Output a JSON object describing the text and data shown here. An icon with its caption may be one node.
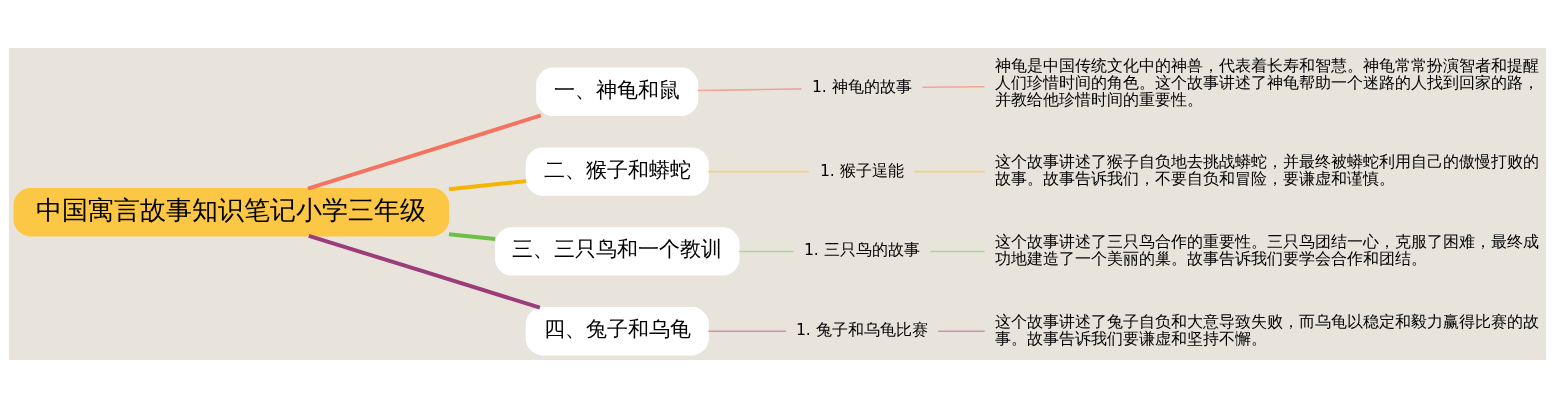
{
  "diagram": {
    "nodes": [
      {
        "text": [
          "中国寓言故事知识笔记小学三年级"
        ]
      },
      {
        "text": [
          "一、神龟和鼠"
        ]
      },
      {
        "text": [
          "1. 神龟的故事"
        ]
      },
      {
        "text": [
          "神龟是中国传统文化中的神兽，代表着长寿和智慧。神龟常常扮演智者和提醒人们珍惜时间的角色。这个故事讲述了神龟帮助一个迷路的人找到回家的路，并教给他珍惜时间的重要性。"
        ]
      },
      {
        "text": [
          "二、猴子和蟒蛇"
        ]
      },
      {
        "text": [
          "1. 猴子逞能"
        ]
      },
      {
        "text": [
          "这个故事讲述了猴子自负地去挑战蟒蛇，并最终被蟒蛇利用自己的傲慢打败的故事。故事告诉我们，不要自负和冒险，要谦虚和谨慎。"
        ]
      },
      {
        "text": [
          "三、三只鸟和一个教训"
        ]
      },
      {
        "text": [
          "1. 三只鸟的故事"
        ]
      },
      {
        "text": [
          "这个故事讲述了三只鸟合作的重要性。三只鸟团结一心，克服了困难，最终成功地建造了一个美丽的巢。故事告诉我们要学会合作和团结。"
        ]
      },
      {
        "text": [
          "四、兔子和乌龟"
        ]
      },
      {
        "text": [
          "1. 兔子和乌龟比赛"
        ]
      },
      {
        "text": [
          "这个故事讲述了兔子自负和大意导致失败，而乌龟以稳定和毅力赢得比赛的故事。故事告诉我们要谦虚和坚持不懈。"
        ]
      }
    ],
    "edges": [
      {
        "from": 0,
        "to": 1,
        "arrow": "none",
        "style": "thick",
        "color": "#f4735f"
      },
      {
        "from": 1,
        "to": 2,
        "arrow": "none",
        "color": "#f0a596"
      },
      {
        "from": 2,
        "to": 3,
        "arrow": "none",
        "color": "#f0a596"
      },
      {
        "from": 0,
        "to": 4,
        "arrow": "none",
        "style": "thick",
        "color": "#f5b400"
      },
      {
        "from": 4,
        "to": 5,
        "arrow": "none",
        "color": "#f3cf80"
      },
      {
        "from": 5,
        "to": 6,
        "arrow": "none",
        "color": "#f3cf80"
      },
      {
        "from": 0,
        "to": 7,
        "arrow": "none",
        "style": "thick",
        "color": "#6cc04a"
      },
      {
        "from": 7,
        "to": 8,
        "arrow": "none",
        "color": "#a8d890"
      },
      {
        "from": 8,
        "to": 9,
        "arrow": "none",
        "color": "#a8d890"
      },
      {
        "from": 0,
        "to": 10,
        "arrow": "none",
        "style": "thick",
        "color": "#9b3d7a"
      },
      {
        "from": 10,
        "to": 11,
        "arrow": "none",
        "color": "#c994b4"
      },
      {
        "from": 11,
        "to": 12,
        "arrow": "none",
        "color": "#c994b4"
      }
    ]
  }
}
